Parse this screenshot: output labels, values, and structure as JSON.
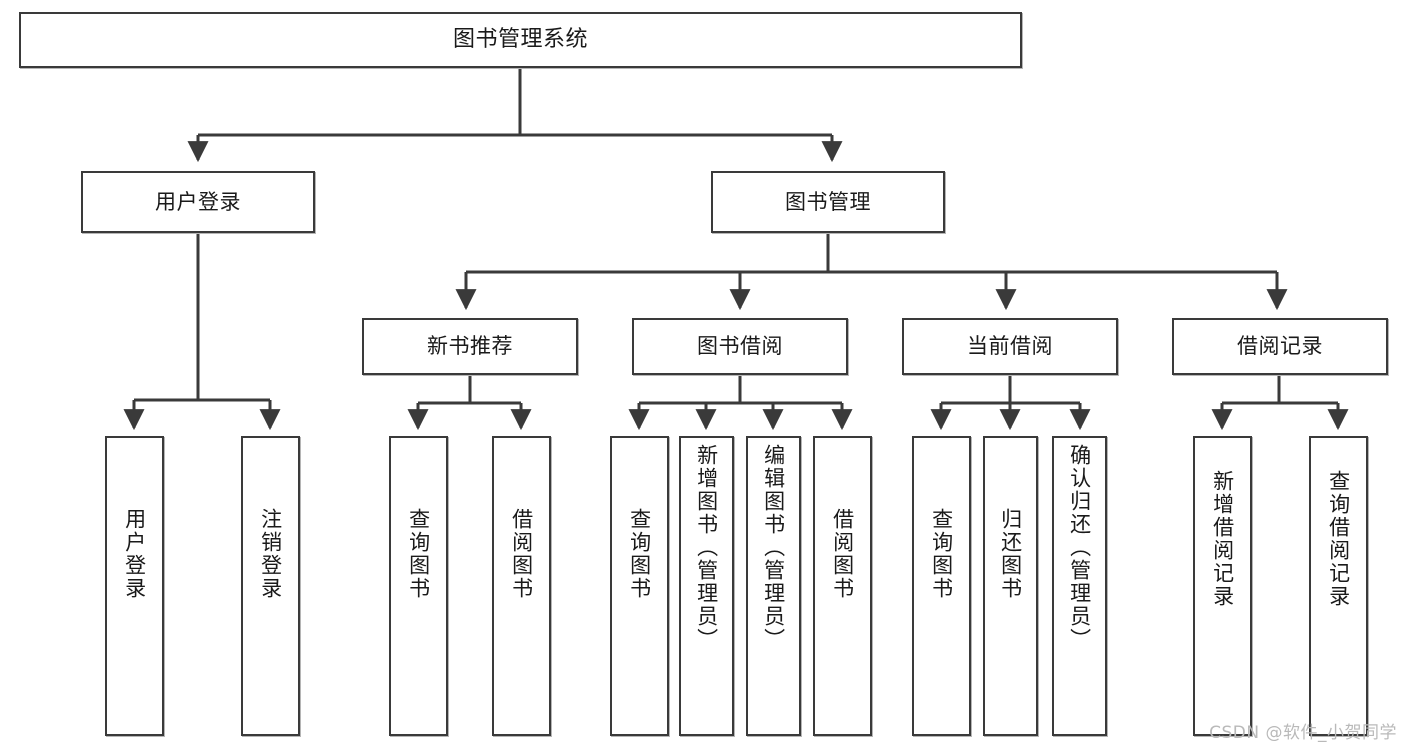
{
  "diagram": {
    "title_node": "图书管理系统",
    "line_color": "#3a3a3a",
    "box_fill": "#ffffff",
    "text_color": "#1a1a1a",
    "tier2": [
      {
        "label": "用户登录"
      },
      {
        "label": "图书管理"
      }
    ],
    "tier3": [
      {
        "label": "新书推荐"
      },
      {
        "label": "图书借阅"
      },
      {
        "label": "当前借阅"
      },
      {
        "label": "借阅记录"
      }
    ],
    "leaves": {
      "user_login": [
        {
          "label": "用户登录"
        },
        {
          "label": "注销登录"
        }
      ],
      "new_book": [
        {
          "label": "查询图书"
        },
        {
          "label": "借阅图书"
        }
      ],
      "book_borrow": [
        {
          "label": "查询图书"
        },
        {
          "label": "新增图书（管理员）"
        },
        {
          "label": "编辑图书（管理员）"
        },
        {
          "label": "借阅图书"
        }
      ],
      "current_borrow": [
        {
          "label": "查询图书"
        },
        {
          "label": "归还图书"
        },
        {
          "label": "确认归还（管理员）"
        }
      ],
      "borrow_record": [
        {
          "label": "新增借阅记录"
        },
        {
          "label": "查询借阅记录"
        }
      ]
    }
  },
  "watermark": {
    "text": "CSDN @软件_小贺同学"
  }
}
